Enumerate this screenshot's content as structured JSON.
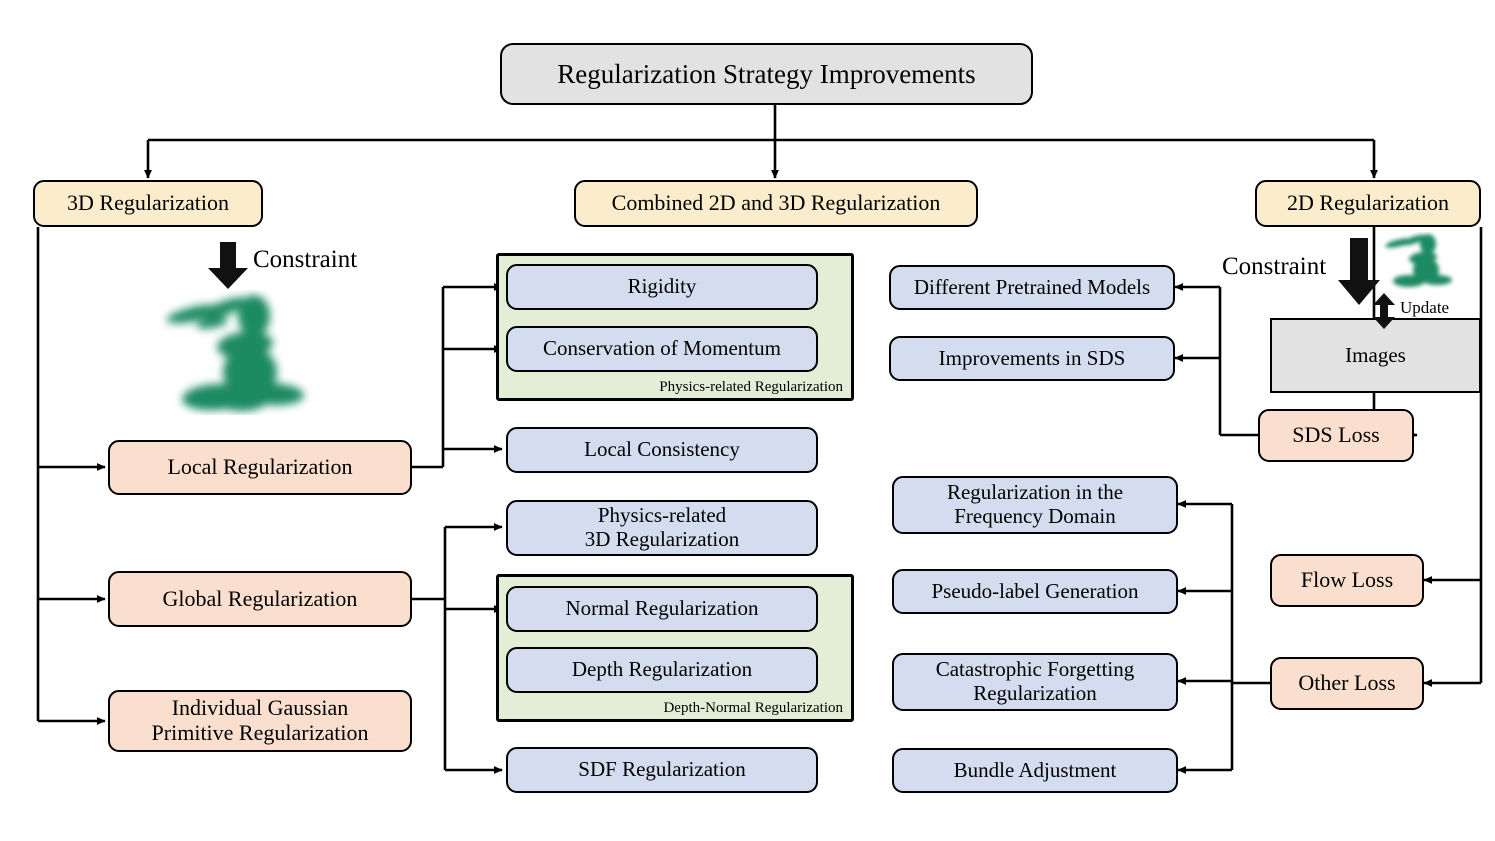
{
  "diagram": {
    "title": "Regularization Strategy Improvements",
    "type": "hierarchical-taxonomy-flowchart"
  },
  "colors": {
    "title_fill": "#e2e2e2",
    "category_fill": "#fbeccb",
    "subcategory_fill": "#fadfcf",
    "leaf_fill": "#d3ddef",
    "group_fill": "#e3eed7",
    "image_fill": "#e2e2e2",
    "stroke": "#000000",
    "bunny_green": "#1f8a63"
  },
  "root": {
    "label": "Regularization Strategy Improvements"
  },
  "branches": [
    {
      "id": "branch-3d",
      "label": "3D Regularization"
    },
    {
      "id": "branch-combined",
      "label": "Combined 2D and 3D Regularization"
    },
    {
      "id": "branch-2d",
      "label": "2D Regularization"
    }
  ],
  "left_column": {
    "constraint_label": "Constraint",
    "items": [
      {
        "id": "local-regularization",
        "label": "Local Regularization"
      },
      {
        "id": "global-regularization",
        "label": "Global Regularization"
      },
      {
        "id": "individual-gaussian",
        "label": "Individual Gaussian\nPrimitive Regularization",
        "line1": "Individual Gaussian",
        "line2": "Primitive Regularization"
      }
    ]
  },
  "middle_column": {
    "groups": [
      {
        "id": "physics-related-group",
        "caption": "Physics-related Regularization",
        "items": [
          {
            "id": "rigidity",
            "label": "Rigidity"
          },
          {
            "id": "conservation-of-momentum",
            "label": "Conservation of Momentum"
          }
        ]
      },
      {
        "id": "depth-normal-group",
        "caption": "Depth-Normal Regularization",
        "items": [
          {
            "id": "normal-regularization",
            "label": "Normal Regularization"
          },
          {
            "id": "depth-regularization",
            "label": "Depth Regularization"
          }
        ]
      }
    ],
    "standalone": [
      {
        "id": "local-consistency",
        "label": "Local Consistency"
      },
      {
        "id": "physics-related-3d",
        "line1": "Physics-related",
        "line2": "3D Regularization"
      },
      {
        "id": "sdf-regularization",
        "label": "SDF Regularization"
      }
    ]
  },
  "right_column": {
    "sds_children": [
      {
        "id": "different-pretrained-models",
        "label": "Different Pretrained Models"
      },
      {
        "id": "improvements-in-sds",
        "label": "Improvements in SDS"
      }
    ],
    "other_children": [
      {
        "id": "frequency-domain",
        "line1": "Regularization in the",
        "line2": "Frequency Domain"
      },
      {
        "id": "pseudo-label-generation",
        "label": "Pseudo-label Generation"
      },
      {
        "id": "catastrophic-forgetting",
        "line1": "Catastrophic Forgetting",
        "line2": "Regularization"
      },
      {
        "id": "bundle-adjustment",
        "label": "Bundle Adjustment"
      }
    ]
  },
  "far_right_column": {
    "constraint_label": "Constraint",
    "update_label": "Update",
    "images_label": "Images",
    "losses": [
      {
        "id": "sds-loss",
        "label": "SDS Loss"
      },
      {
        "id": "flow-loss",
        "label": "Flow Loss"
      },
      {
        "id": "other-loss",
        "label": "Other Loss"
      }
    ]
  }
}
